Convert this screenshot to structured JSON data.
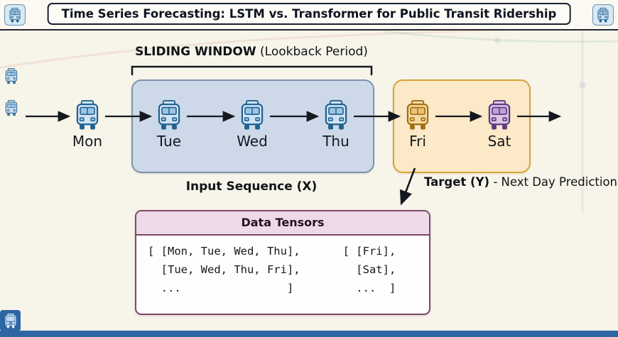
{
  "header": {
    "title": "Time Series Forecasting: LSTM vs. Transformer for Public Transit Ridership"
  },
  "sliding_window": {
    "label_bold": "SLIDING WINDOW",
    "label_regular": " (Lookback Period)"
  },
  "timeline": {
    "days": [
      {
        "label": "Mon",
        "variant": "blue"
      },
      {
        "label": "Tue",
        "variant": "blue"
      },
      {
        "label": "Wed",
        "variant": "blue"
      },
      {
        "label": "Thu",
        "variant": "blue"
      },
      {
        "label": "Fri",
        "variant": "orange"
      },
      {
        "label": "Sat",
        "variant": "purple"
      }
    ],
    "input_sequence_label": "Input Sequence (X)",
    "target_label_bold": "Target (Y)",
    "target_label_regular": " - Next Day Prediction"
  },
  "tensors": {
    "title": "Data Tensors",
    "x_tensor_lines": [
      "[ [Mon, Tue, Wed, Thu],",
      "  [Tue, Wed, Thu, Fri],",
      "  ...                ]"
    ],
    "y_tensor_lines": [
      "[ [Fri],",
      "  [Sat],",
      "  ...  ]"
    ]
  },
  "colors": {
    "page_background": "#f7f4e9",
    "window_box_fill": "#cdd9e9",
    "window_box_border": "#7e93ac",
    "target_box_fill": "#fbe9c7",
    "target_box_border": "#d7a33a",
    "tensor_header_fill": "#edd9e7",
    "tensor_border": "#7d4a66",
    "bottom_bar": "#2e66a3",
    "bus_blue": "#20618f",
    "bus_orange": "#a06f12",
    "bus_purple": "#5e3a82"
  }
}
